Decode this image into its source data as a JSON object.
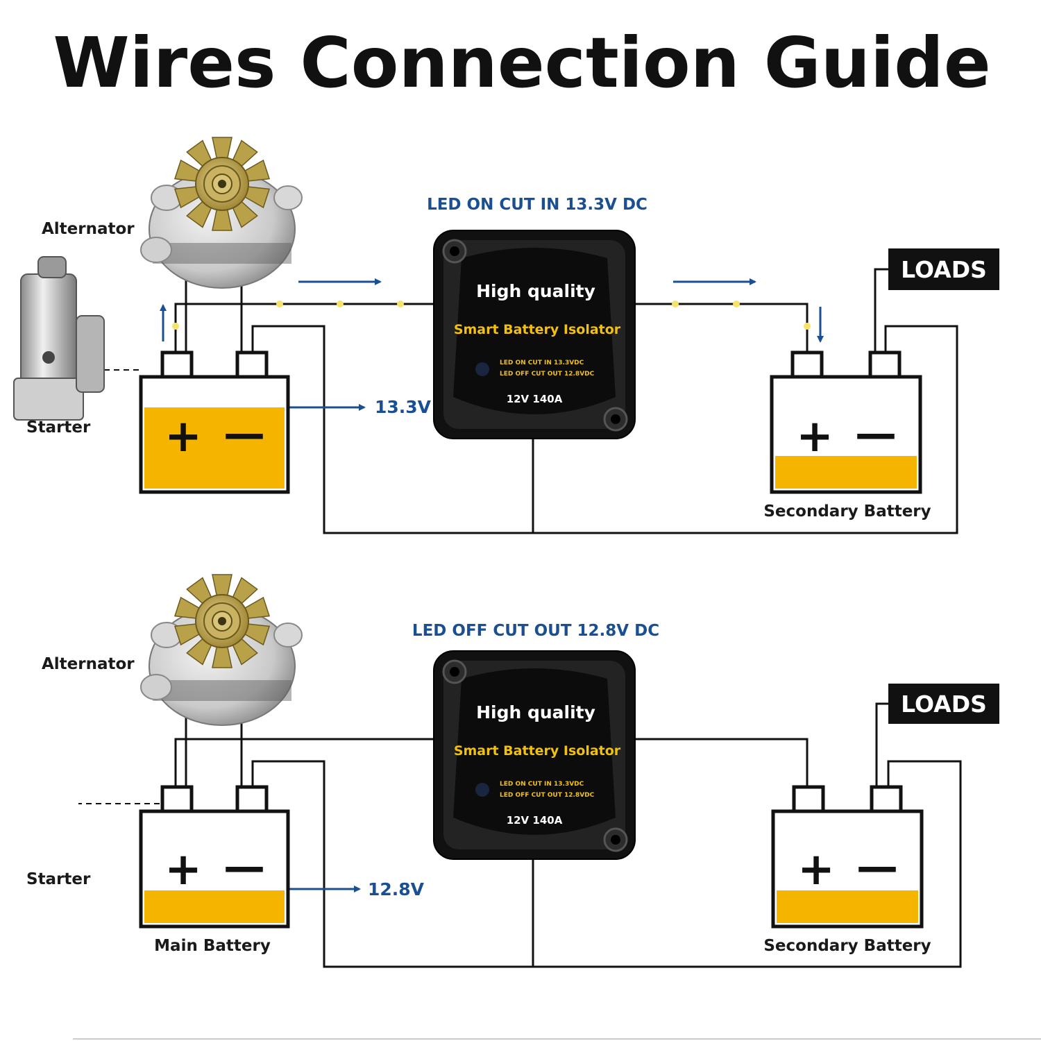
{
  "title": "Wires Connection Guide",
  "colors": {
    "wire": "#111111",
    "accent_blue": "#1a4f91",
    "battery_fill": "#f4b400",
    "led_text": "#f2c10f",
    "device_body": "#1c1c1c",
    "junction_dot": "#f7e36a"
  },
  "top": {
    "caption": "LED ON CUT IN 13.3V DC",
    "alternator_label": "Alternator",
    "starter_label": "Starter",
    "voltage": "13.3V",
    "loads_label": "LOADS",
    "secondary_label": "Secondary Battery",
    "main_battery": {
      "plus": "+",
      "minus": "—",
      "charge": 0.75
    },
    "secondary_battery": {
      "plus": "+",
      "minus": "—",
      "charge": 0.3
    }
  },
  "bottom": {
    "caption": "LED OFF CUT OUT 12.8V DC",
    "alternator_label": "Alternator",
    "starter_label": "Starter",
    "voltage": "12.8V",
    "loads_label": "LOADS",
    "main_label": "Main Battery",
    "secondary_label": "Secondary Battery",
    "main_battery": {
      "plus": "+",
      "minus": "—",
      "charge": 0.3
    },
    "secondary_battery": {
      "plus": "+",
      "minus": "—",
      "charge": 0.3
    }
  },
  "device": {
    "line1": "High quality",
    "line2": "Smart Battery Isolator",
    "line3": "LED ON CUT IN 13.3VDC",
    "line4": "LED OFF CUT OUT 12.8VDC",
    "line5": "12V 140A"
  },
  "icons": [
    "alternator-icon",
    "starter-motor-icon",
    "battery-icon",
    "battery-isolator-icon",
    "flow-arrow-icon"
  ]
}
